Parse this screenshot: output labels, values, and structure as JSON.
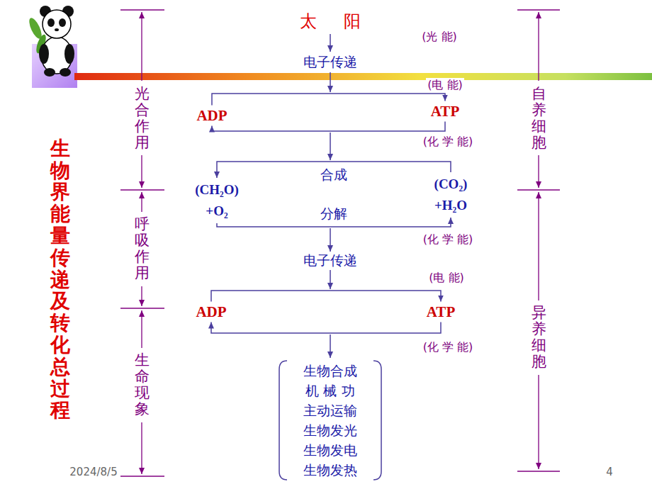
{
  "diagram": {
    "title": "生物界能量传递及转化总过程",
    "nodes": [
      {
        "text": [
          "太阳"
        ]
      },
      {
        "text": [
          "电子传递"
        ]
      },
      {
        "text": [
          "ADP"
        ]
      },
      {
        "text": [
          "ATP"
        ]
      },
      {
        "text": [
          "(CH₂O) +O₂"
        ]
      },
      {
        "text": [
          "(CO₂) +H₂O"
        ]
      },
      {
        "text": [
          "电子传递"
        ]
      },
      {
        "text": [
          "ADP"
        ]
      },
      {
        "text": [
          "ATP"
        ]
      },
      {
        "text": [
          "生物合成",
          "机 械 功",
          "主动运输",
          "生物发光",
          "生物发电",
          "生物发热"
        ]
      }
    ],
    "edges": [
      {
        "from": 0,
        "to": 1,
        "arrow": "to"
      },
      {
        "from": 2,
        "to": 3,
        "arrow": "to"
      },
      {
        "from": 3,
        "to": 2,
        "arrow": "to"
      },
      {
        "from": 5,
        "to": 4,
        "label": "合成",
        "arrow": "to"
      },
      {
        "from": 4,
        "to": 5,
        "label": "分解",
        "arrow": "to"
      },
      {
        "from": 7,
        "to": 8,
        "arrow": "to"
      },
      {
        "from": 8,
        "to": 7,
        "arrow": "to"
      }
    ],
    "labels": [
      "(光 能)",
      "(电 能)",
      "(化 学 能)",
      "(化 学 能)",
      "(电 能)",
      "(化 学 能)",
      "光合作用",
      "呼吸作用",
      "生命现象",
      "自养细胞",
      "异养细胞",
      "2024/8/5",
      "4"
    ]
  }
}
